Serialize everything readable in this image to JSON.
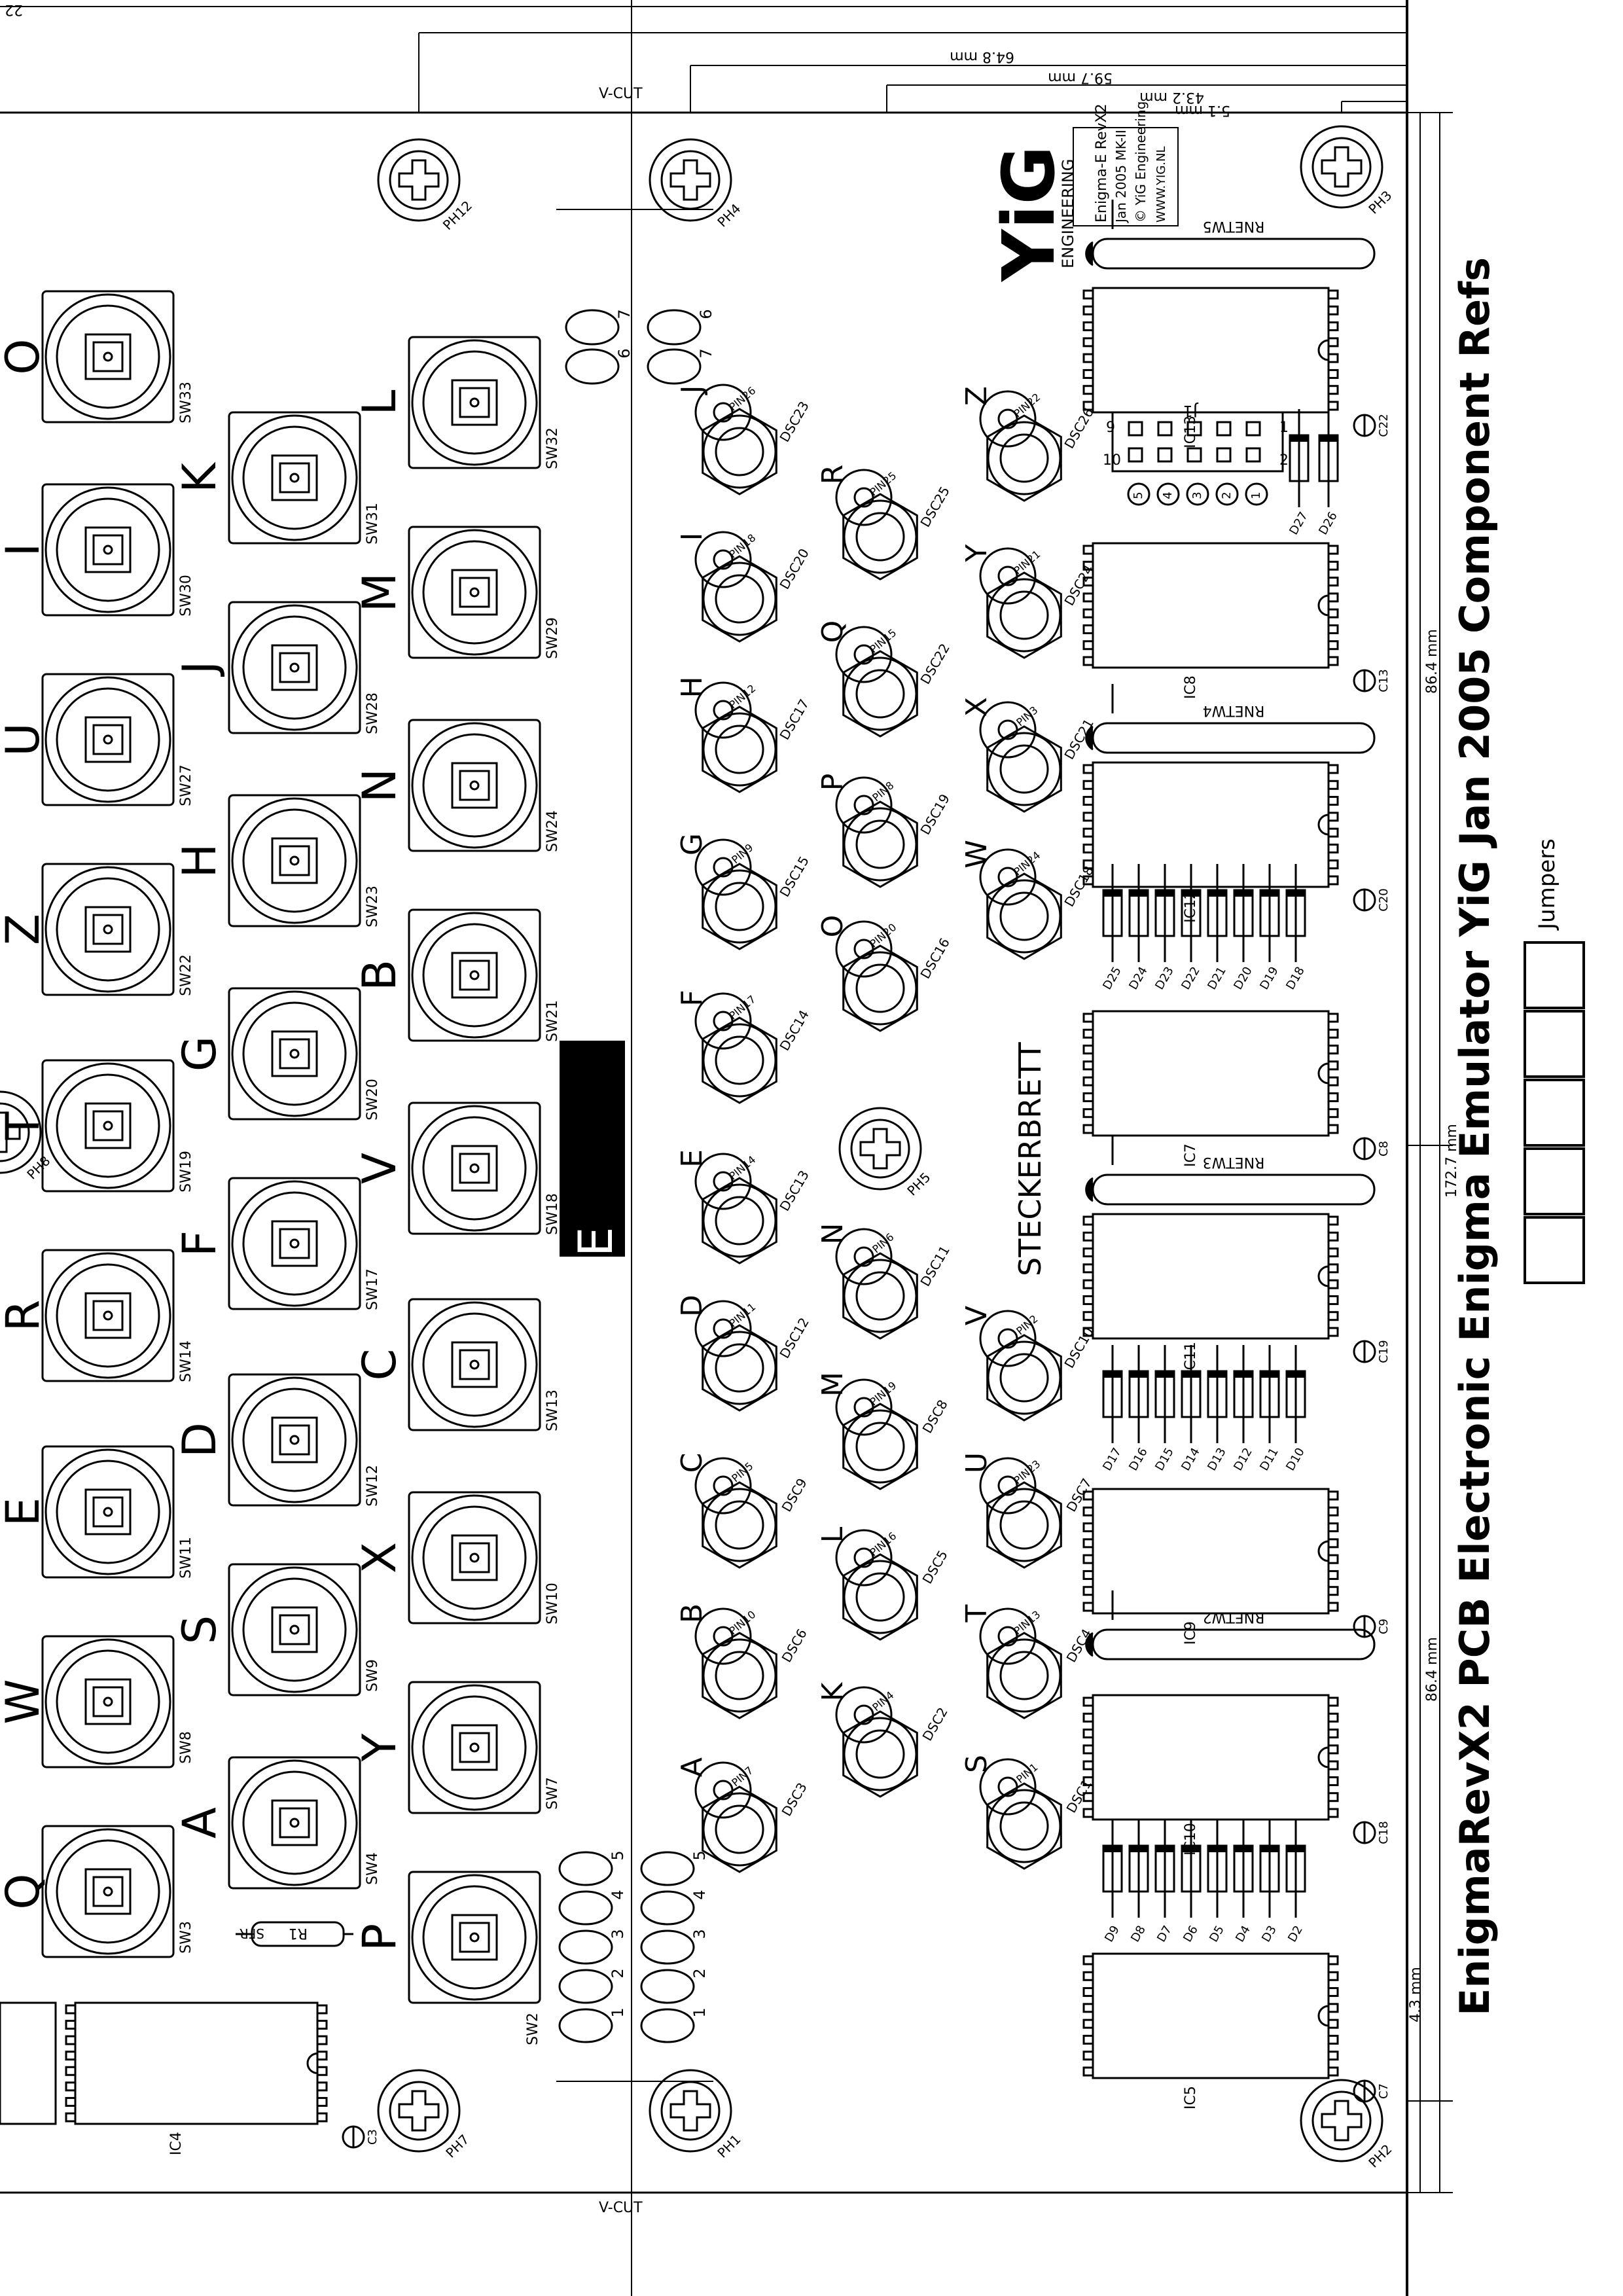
{
  "title": "EnigmaRevX2 PCB Electronic Enigma Emulator YiG Jan 2005 Component Refs",
  "jumpers_label": "Jumpers",
  "steckerbrett_label": "STECKERBRETT",
  "lamp_label": "E",
  "vcut_label": "V-CUT",
  "logo": {
    "brand": "YiG",
    "brand_sub": "ENGINEERING",
    "line1": "Enigma-E RevX2",
    "line2": "Jan 2005 MK-II",
    "line3": "© YiG Engineering",
    "line4": "WWW.YIG.NL"
  },
  "dimensions_top": [
    "64.8 mm",
    "59.7 mm",
    "43.2 mm",
    "5.1 mm",
    "22"
  ],
  "dimensions_right": [
    "86.4 mm",
    "172.7 mm",
    "86.4 mm",
    "4.3 mm"
  ],
  "mounting_holes": [
    "PH12",
    "PH4",
    "PH3",
    "PH8",
    "PH5",
    "PH7",
    "PH1",
    "PH2"
  ],
  "resistor": {
    "ref": "R1",
    "value": "SFR"
  },
  "connector": {
    "ref": "J1",
    "pin_labels": [
      "1",
      "2",
      "9",
      "10"
    ],
    "channel_labels": [
      "1",
      "2",
      "3",
      "4",
      "5"
    ]
  },
  "column1_letters": [
    "O",
    "I",
    "U",
    "Z",
    "T",
    "R",
    "E",
    "W",
    "Q"
  ],
  "column1_refs": [
    "SW33",
    "SW30",
    "SW27",
    "SW22",
    "SW19",
    "SW14",
    "SW11",
    "SW8",
    "SW3"
  ],
  "column2_letters": [
    "K",
    "J",
    "H",
    "G",
    "F",
    "D",
    "S",
    "A"
  ],
  "column2_refs": [
    "SW31",
    "SW28",
    "SW23",
    "SW20",
    "SW17",
    "SW12",
    "SW9",
    "SW4"
  ],
  "column3_letters": [
    "L",
    "M",
    "N",
    "B",
    "V",
    "C",
    "X",
    "Y",
    "P"
  ],
  "column3_refs": [
    "SW32",
    "SW29",
    "SW24",
    "SW21",
    "SW18",
    "SW13",
    "SW10",
    "SW7"
  ],
  "rotary_switch_ref": "SW2",
  "setting_pads_top": [
    "7",
    "6",
    "6",
    "7"
  ],
  "setting_pads_bottom": [
    "5",
    "4",
    "3",
    "2",
    "1",
    "5",
    "4",
    "3",
    "2",
    "1"
  ],
  "plug_col1": [
    {
      "letter": "J",
      "pin": "PIN26",
      "dsc": "DSC23"
    },
    {
      "letter": "I",
      "pin": "PIN18",
      "dsc": "DSC20"
    },
    {
      "letter": "H",
      "pin": "PIN12",
      "dsc": "DSC17"
    },
    {
      "letter": "G",
      "pin": "PIN9",
      "dsc": "DSC15"
    },
    {
      "letter": "F",
      "pin": "PIN17",
      "dsc": "DSC14"
    },
    {
      "letter": "E",
      "pin": "PIN14",
      "dsc": "DSC13"
    },
    {
      "letter": "D",
      "pin": "PIN11",
      "dsc": "DSC12"
    },
    {
      "letter": "C",
      "pin": "PIN5",
      "dsc": "DSC9"
    },
    {
      "letter": "B",
      "pin": "PIN10",
      "dsc": "DSC6"
    },
    {
      "letter": "A",
      "pin": "PIN7",
      "dsc": "DSC3"
    }
  ],
  "plug_col2": [
    {
      "letter": "R",
      "pin": "PIN25",
      "dsc": "DSC25"
    },
    {
      "letter": "Q",
      "pin": "PIN15",
      "dsc": "DSC22"
    },
    {
      "letter": "P",
      "pin": "PIN8",
      "dsc": "DSC19"
    },
    {
      "letter": "O",
      "pin": "PIN20",
      "dsc": "DSC16"
    },
    {
      "letter": "N",
      "pin": "PIN6",
      "dsc": "DSC11"
    },
    {
      "letter": "M",
      "pin": "PIN19",
      "dsc": "DSC8"
    },
    {
      "letter": "L",
      "pin": "PIN16",
      "dsc": "DSC5"
    },
    {
      "letter": "K",
      "pin": "PIN4",
      "dsc": "DSC2"
    }
  ],
  "plug_col3": [
    {
      "letter": "Z",
      "pin": "PIN22",
      "dsc": "DSC26"
    },
    {
      "letter": "Y",
      "pin": "PIN21",
      "dsc": "DSC24"
    },
    {
      "letter": "X",
      "pin": "PIN3",
      "dsc": "DSC21"
    },
    {
      "letter": "W",
      "pin": "PIN24",
      "dsc": "DSC18"
    },
    {
      "letter": "V",
      "pin": "PIN2",
      "dsc": "DSC10"
    },
    {
      "letter": "U",
      "pin": "PIN23",
      "dsc": "DSC7"
    },
    {
      "letter": "T",
      "pin": "PIN13",
      "dsc": "DSC4"
    },
    {
      "letter": "S",
      "pin": "PIN1",
      "dsc": "DSC1"
    }
  ],
  "ics": [
    "IC13",
    "IC8",
    "IC12",
    "IC7",
    "IC11",
    "IC9",
    "IC10",
    "IC5",
    "IC4"
  ],
  "capacitors": [
    "C22",
    "C13",
    "C20",
    "C8",
    "C19",
    "C9",
    "C18",
    "C7",
    "C3"
  ],
  "resistor_networks": [
    "RNETW5",
    "RNETW4",
    "RNETW3",
    "RNETW2"
  ],
  "diodes_pair": [
    "D27",
    "D26"
  ],
  "diodes_group1": [
    "D25",
    "D24",
    "D23",
    "D22",
    "D21",
    "D20",
    "D19",
    "D18"
  ],
  "diodes_group2": [
    "D17",
    "D16",
    "D15",
    "D14",
    "D13",
    "D12",
    "D11",
    "D10"
  ],
  "diodes_group3": [
    "D9",
    "D8",
    "D7",
    "D6",
    "D5",
    "D4",
    "D3",
    "D2"
  ],
  "colors": {
    "ink": "#000000",
    "paper": "#ffffff"
  }
}
